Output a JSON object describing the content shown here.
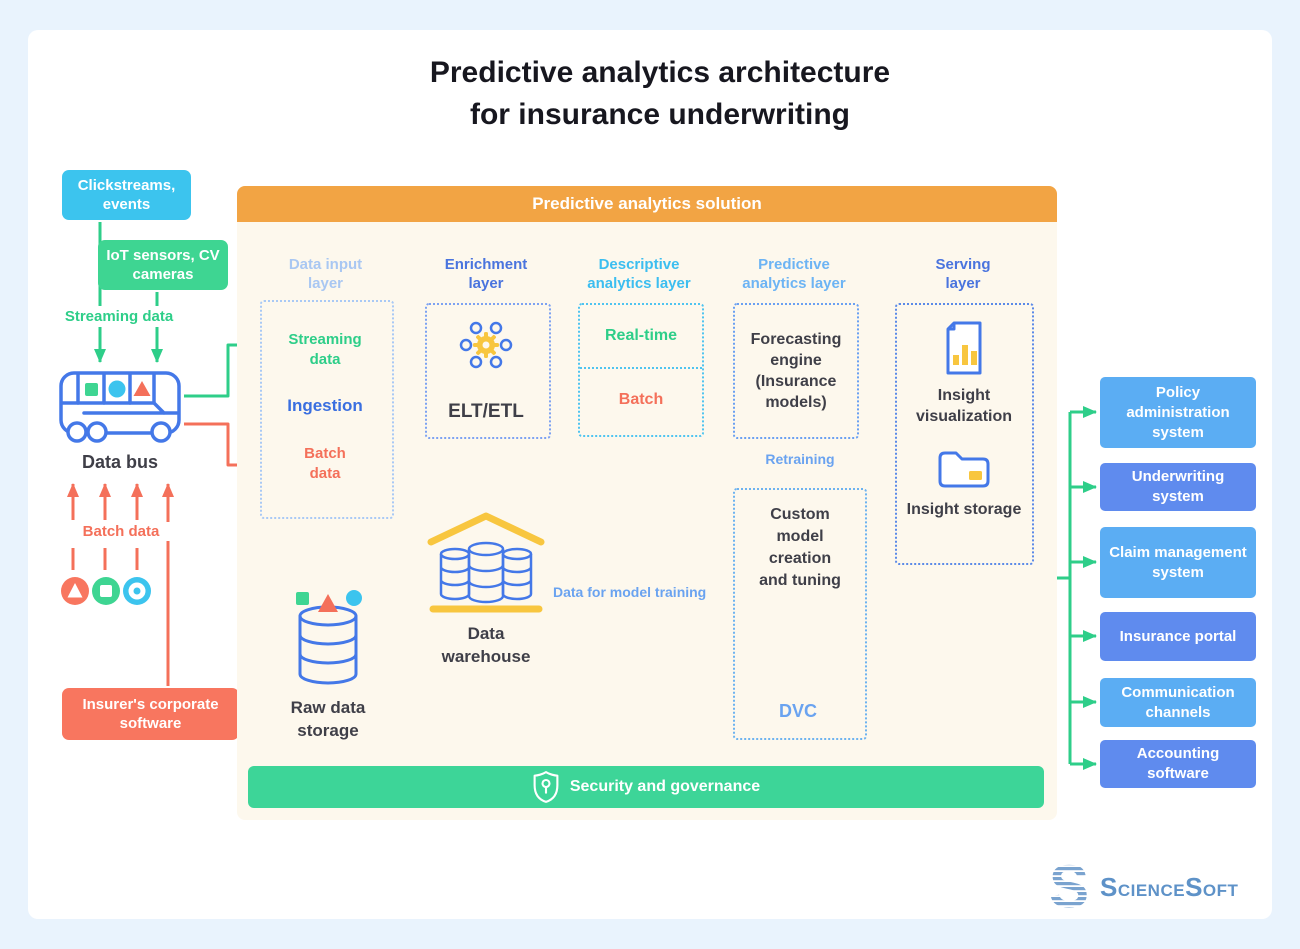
{
  "title": {
    "line1": "Predictive analytics architecture",
    "line2": "for insurance underwriting"
  },
  "left": {
    "clickstreams_label": "Clickstreams, events",
    "iot_label": "IoT sensors, CV cameras",
    "streaming_data_label": "Streaming data",
    "data_bus_label": "Data bus",
    "batch_data_label": "Batch data",
    "insurer_label": "Insurer's corporate software"
  },
  "solution": {
    "header": "Predictive analytics solution",
    "layers": [
      {
        "label": "Data input layer"
      },
      {
        "label": "Enrichment layer"
      },
      {
        "label": "Descriptive analytics layer"
      },
      {
        "label": "Predictive analytics layer"
      },
      {
        "label": "Serving layer"
      }
    ],
    "input_box": {
      "streaming": "Streaming data",
      "ingestion": "Ingestion",
      "batch": "Batch data"
    },
    "enrichment_box": {
      "label": "ELT/ETL"
    },
    "descriptive_box": {
      "realtime": "Real-time",
      "batch": "Batch"
    },
    "predictive_box": {
      "forecasting": "Forecasting engine (Insurance models)",
      "retraining": "Retraining",
      "custom": "Custom model creation and tuning",
      "dvc": "DVC"
    },
    "serving_box": {
      "visualization": "Insight visualization",
      "storage": "Insight storage"
    },
    "raw_storage_label": "Raw data storage",
    "warehouse_label": "Data warehouse",
    "training_label": "Data for model training",
    "security_label": "Security and governance"
  },
  "right_systems": {
    "items": [
      {
        "label": "Policy administration system"
      },
      {
        "label": "Underwriting system"
      },
      {
        "label": "Claim management system"
      },
      {
        "label": "Insurance portal"
      },
      {
        "label": "Communication channels"
      },
      {
        "label": "Accounting software"
      }
    ]
  },
  "logo": {
    "text_parts": [
      "S",
      "CIENCE",
      "S",
      "OFT"
    ]
  },
  "icons": {
    "bus-icon": "data bus vehicle with square, circle and triangle windows",
    "gear-molecule-icon": "yellow gear surrounded by six circles (ELT/ETL processing)",
    "database-cylinder-icon": "blue database cylinder (raw data storage)",
    "warehouse-icon": "yellow roof over three blue database cylinders",
    "document-chart-icon": "page with yellow bar chart (insight visualization)",
    "folder-icon": "folder with yellow document (insight storage)",
    "shield-icon": "outlined shield with keyhole (security)",
    "triangle-source-icon": "red circle with white triangle",
    "square-source-icon": "green circle with white square",
    "circle-source-icon": "cyan circle with white ring",
    "sciencesoft-logo-icon": "striped letter S mark"
  },
  "colors": {
    "page_bg": "#e9f3fd",
    "card_bg": "#ffffff",
    "cyan": "#3cc4ee",
    "green": "#3ed592",
    "arrow_green": "#2ece89",
    "salmon": "#f8765f",
    "arrow_red": "#f4705a",
    "orange": "#f2a444",
    "panel_cream": "#fdf8ed",
    "security_green": "#3dd598",
    "icon_stroke_blue": "#4478e8",
    "yellow": "#f8c63f",
    "label_blue": "#3a6fe0",
    "label_periwinkle": "#a9c7f2",
    "label_cyan": "#3cbef0",
    "label_sky": "#6db4f4",
    "arrow_blue": "#6aa3f0",
    "right_box_light": "#5badf3",
    "right_box_dark": "#5f8bee",
    "logo_blue": "#5e92c8",
    "dark_text": "#3f3f48",
    "title_text": "#17171f"
  }
}
